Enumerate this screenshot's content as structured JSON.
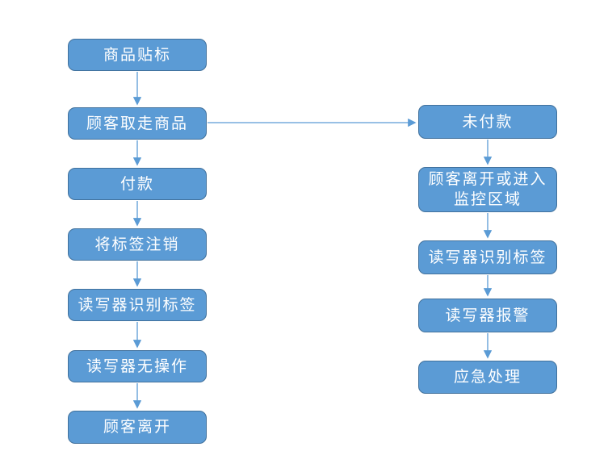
{
  "flowchart": {
    "colors": {
      "node_fill": "#5b9bd5",
      "node_border": "#41719c",
      "node_text": "#ffffff",
      "arrow": "#5b9bd5",
      "background": "#ffffff"
    },
    "left_column": [
      {
        "label": "商品贴标"
      },
      {
        "label": "顾客取走商品"
      },
      {
        "label": "付款"
      },
      {
        "label": "将标签注销"
      },
      {
        "label": "读写器识别标签"
      },
      {
        "label": "读写器无操作"
      },
      {
        "label": "顾客离开"
      }
    ],
    "right_column": [
      {
        "label": "未付款"
      },
      {
        "label": "顾客离开或进入\n监控区域"
      },
      {
        "label": "读写器识别标签"
      },
      {
        "label": "读写器报警"
      },
      {
        "label": "应急处理"
      }
    ],
    "connections": [
      "商品贴标 → 顾客取走商品",
      "顾客取走商品 → 付款",
      "付款 → 将标签注销",
      "将标签注销 → 读写器识别标签",
      "读写器识别标签 → 读写器无操作",
      "读写器无操作 → 顾客离开",
      "顾客取走商品 → 未付款",
      "未付款 → 顾客离开或进入监控区域",
      "顾客离开或进入监控区域 → 读写器识别标签",
      "读写器识别标签 → 读写器报警",
      "读写器报警 → 应急处理"
    ]
  }
}
